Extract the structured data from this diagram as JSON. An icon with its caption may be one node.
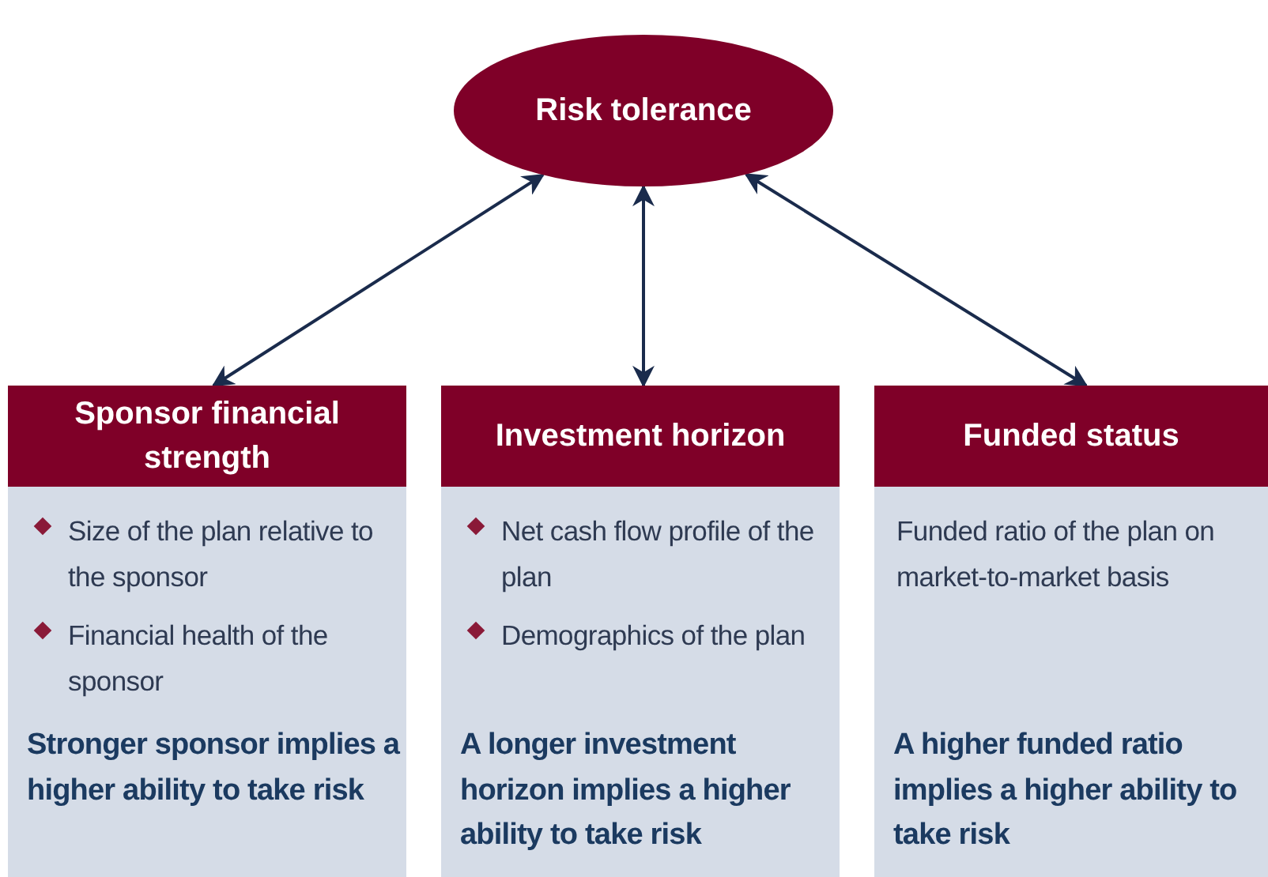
{
  "diagram": {
    "nodes": [
      {
        "text": [
          "Risk tolerance"
        ]
      },
      {
        "text": [
          "Sponsor financial strength"
        ]
      },
      {
        "text": [
          "Size of the plan relative to the sponsor",
          "Financial health of the sponsor",
          "Stronger sponsor implies a higher ability to take risk"
        ]
      },
      {
        "text": [
          "Investment horizon"
        ]
      },
      {
        "text": [
          "Net cash flow profile of the plan",
          "Demographics of the plan",
          "A longer investment horizon implies a higher ability to take risk"
        ]
      },
      {
        "text": [
          "Funded status"
        ]
      },
      {
        "text": [
          "Funded ratio of the plan on market-to-market basis",
          "A higher funded ratio implies a higher ability to take risk"
        ]
      }
    ],
    "edges": [
      {
        "from": 0,
        "to": 1,
        "arrow": "both"
      },
      {
        "from": 0,
        "to": 3,
        "arrow": "both"
      },
      {
        "from": 0,
        "to": 5,
        "arrow": "both"
      }
    ]
  }
}
